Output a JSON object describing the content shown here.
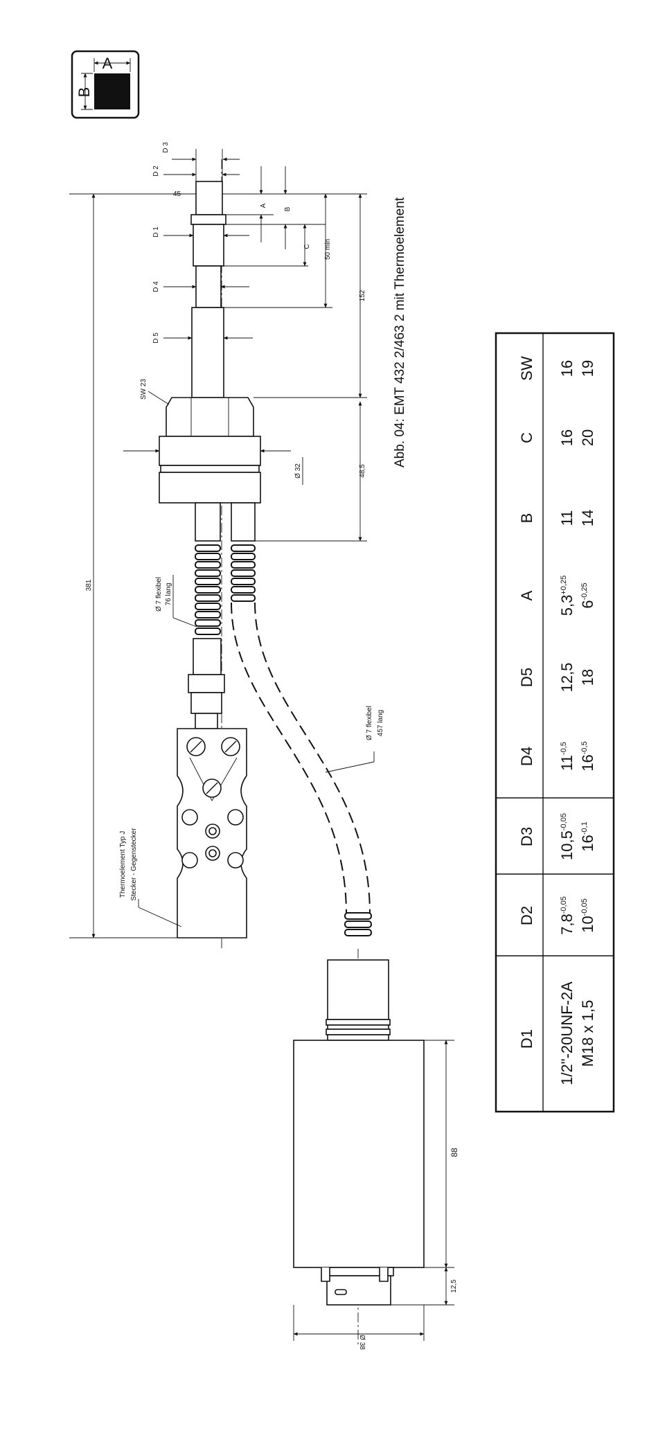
{
  "icon": {
    "label_a": "A",
    "label_b": "B"
  },
  "caption": "Abb. 04: EMT 432 2/463 2 mit Thermoelement",
  "dims": {
    "d1": "D 1",
    "d2": "D 2",
    "d3": "D 3",
    "d4": "D 4",
    "d5": "D 5",
    "a": "A",
    "b": "B",
    "c": "C",
    "angle": "45",
    "fifty_min": "50 min",
    "l152": "152",
    "l381": "381",
    "l48_5": "48,5",
    "sw23": "SW 23",
    "dia32": "Ø 32",
    "flex1": "Ø 7 flexibel",
    "flex1_len": "76 lang",
    "flex2": "Ø 7 flexibel",
    "flex2_len": "457 lang",
    "thermo": "Thermoelement Typ J",
    "plug": "Stecker - Gegenstecker",
    "l88": "88",
    "l12_5": "12,5",
    "dia38": "Ø 38"
  },
  "table": {
    "headers": [
      "D1",
      "D2",
      "D3",
      "D4",
      "D5",
      "A",
      "B",
      "C",
      "SW"
    ],
    "rows": [
      {
        "d1": "1/2\"-20UNF-2A",
        "d2": "7,8",
        "d2_tol": "-0,05",
        "d3": "10,5",
        "d3_tol": "-0,05",
        "d4": "11",
        "d4_tol": "-0,5",
        "d5": "12,5",
        "a": "5,3",
        "a_tol": "+0,25",
        "b": "11",
        "c": "16",
        "sw": "16"
      },
      {
        "d1": "M18 x 1,5",
        "d2": "10",
        "d2_tol": "-0,05",
        "d3": "16",
        "d3_tol": "-0,1",
        "d4": "16",
        "d4_tol": "-0,5",
        "d5": "18",
        "a": "6",
        "a_tol": "-0,25",
        "b": "14",
        "c": "20",
        "sw": "19"
      }
    ]
  }
}
